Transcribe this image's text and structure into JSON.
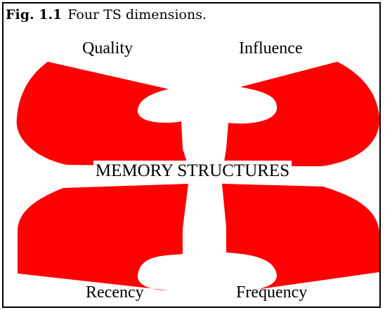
{
  "figure": {
    "number": "Fig. 1.1",
    "caption": "Four TS dimensions."
  },
  "diagram": {
    "center": "MEMORY STRUCTURES",
    "dimensions": {
      "top_left": "Quality",
      "top_right": "Influence",
      "bottom_left": "Recency",
      "bottom_right": "Frequency"
    },
    "shape_color": "#ff0000"
  }
}
